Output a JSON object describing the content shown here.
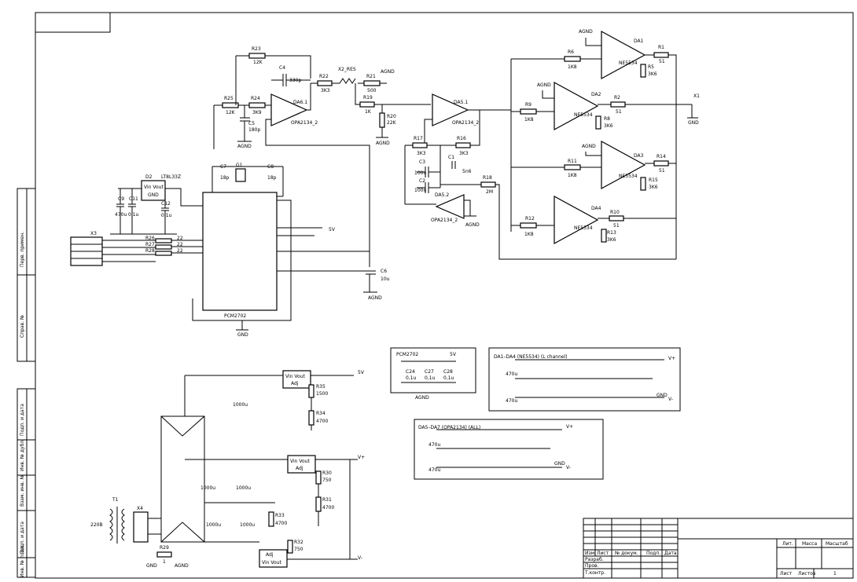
{
  "components": {
    "r23": "R23",
    "r23_val": "12K",
    "c4": "C4",
    "c4_val": "330p",
    "r22": "R22",
    "r22_val": "3K3",
    "x2": "X2_RES",
    "r21": "R21",
    "r21_val": "500",
    "agnd": "AGND",
    "r25": "R25",
    "r25_val": "12K",
    "r24": "R24",
    "r24_val": "3K9",
    "c5": "C5",
    "c5_val": "180p",
    "da61": "DA6.1",
    "da61_part": "OPA2134_2",
    "r19": "R19",
    "r19_val": "1K",
    "r20": "R20",
    "r20_val": "22K",
    "da51": "DA5.1",
    "da51_part": "OPA2134_2",
    "r17": "R17",
    "r17_val": "3K3",
    "r16": "R16",
    "r16_val": "3K3",
    "c3": "C3",
    "c3_val": "100n",
    "c2": "C2",
    "c2_val": "100n",
    "c1": "C1",
    "c1_val": "5n6",
    "r18": "R18",
    "r18_val": "2M",
    "da52": "DA5.2",
    "da52_part": "OPA2134_2",
    "d2": "D2",
    "d2_part": "LT8L33Z",
    "d2_pins": "Vin Vout",
    "d2_gnd": "GND",
    "c7": "C7",
    "c7_val": "18p",
    "g1": "G1",
    "c8": "C8",
    "c8_val": "18p",
    "c9": "C9",
    "c9_val": "470u",
    "c11": "C11",
    "c11_val": "0,1u",
    "c12": "C12",
    "c12_val": "0,1u",
    "x3": "X3",
    "r26": "R26",
    "r27": "R27",
    "r28": "R28",
    "r_val": "22",
    "pcm": "PCM2702",
    "c6": "C6",
    "c6_val": "10u",
    "gnd": "GND",
    "v5": "5V",
    "da1": "DA1",
    "da2": "DA2",
    "da3": "DA3",
    "da4": "DA4",
    "ne5534": "NE5534",
    "r6": "R6",
    "r9": "R9",
    "r11": "R11",
    "r12": "R12",
    "r1k8": "1K8",
    "r1": "R1",
    "r2": "R2",
    "r14": "R14",
    "r10": "R10",
    "r51": "51",
    "r5": "R5",
    "r8": "R8",
    "r15": "R15",
    "r13": "R13",
    "r3k6": "3K6",
    "x1": "X1",
    "pcm_box": "PCM2702",
    "c24": "C24",
    "c27": "C27",
    "c28": "C28",
    "c01u": "0,1u",
    "da_box_title": "DA1–DA4 (NE5534) (L channel)",
    "da_box_title2": "DA5–DA7 (OPA2134) (ALL)",
    "vplus": "V+",
    "vminus": "V-",
    "c470u": "470u",
    "c1000u": "1000u",
    "t1": "T1",
    "v220": "220B",
    "x4": "X4",
    "r29": "R29",
    "r29_val": "1",
    "r35": "R35",
    "r35_val": "1500",
    "r34": "R34",
    "r34_val": "4700",
    "r30": "R30",
    "r30_val": "750",
    "r31": "R31",
    "r31_val": "4700",
    "r33": "R33",
    "r33_val": "4700",
    "r32": "R32",
    "r32_val": "750",
    "reg_pins": "Vin Vout",
    "adj": "Adj"
  },
  "side_labels": [
    "Перв. примен.",
    "Справ. №",
    "Подп. и дата",
    "Инв. № дубл.",
    "Взам. инв. №",
    "Подп. и дата",
    "Инв. № подл."
  ],
  "title_block": {
    "col_izm": "Изм",
    "col_list": "Лист",
    "col_doc": "№ докум.",
    "col_sign": "Подп.",
    "col_date": "Дата",
    "razrab": "Разраб.",
    "prov": "Пров.",
    "tkontr": "Т.контр.",
    "lit": "Лит.",
    "massa": "Масса",
    "masshtab": "Масштаб",
    "list": "Лист",
    "listov": "Листов",
    "listov_val": "1"
  }
}
